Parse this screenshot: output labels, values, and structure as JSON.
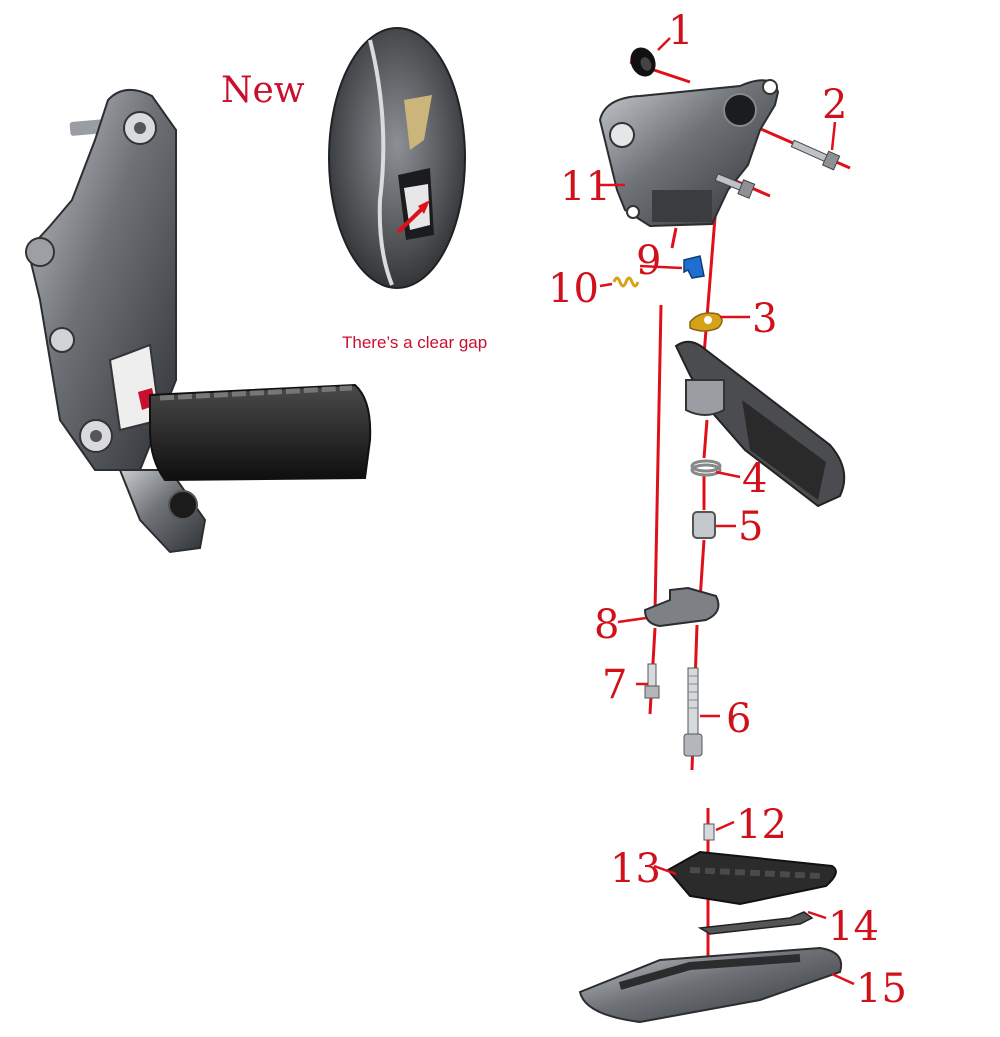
{
  "header": {
    "new_label": "New"
  },
  "inset": {
    "caption": "There’s a clear gap"
  },
  "callouts": [
    "1",
    "2",
    "3",
    "4",
    "5",
    "6",
    "7",
    "8",
    "9",
    "10",
    "11",
    "12",
    "13",
    "14",
    "15"
  ],
  "colors": {
    "accent": "#d0101a",
    "metal": "#6b6f74",
    "dark": "#2a2a2a",
    "brass": "#d6a21a",
    "blue": "#1e6fd0"
  }
}
